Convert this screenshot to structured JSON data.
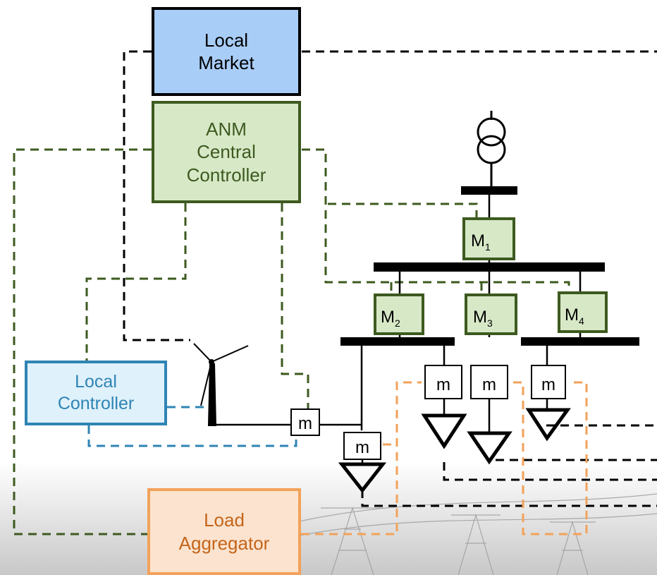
{
  "boxes": {
    "local_market": "Local\nMarket",
    "anm_controller": "ANM\nCentral\nController",
    "local_controller": "Local\nController",
    "load_aggregator": "Load\nAggregator"
  },
  "bus_monitors": [
    {
      "letter": "M",
      "index": "1"
    },
    {
      "letter": "M",
      "index": "2"
    },
    {
      "letter": "M",
      "index": "3"
    },
    {
      "letter": "M",
      "index": "4"
    }
  ],
  "meters": [
    "m",
    "m",
    "m",
    "m",
    "m"
  ],
  "colors": {
    "market_fill": "#a8cdf7",
    "anm_fill": "#d7e8c7",
    "anm_border": "#3d5a1f",
    "local_ctrl_fill": "#dff1fb",
    "local_ctrl_border": "#2f84b4",
    "aggregator_fill": "#fbe3cf",
    "aggregator_border": "#f2a25a",
    "dash_black": "#000000",
    "dash_green": "#3d5a1f",
    "dash_blue": "#2f84b4",
    "dash_orange": "#f2a25a"
  }
}
